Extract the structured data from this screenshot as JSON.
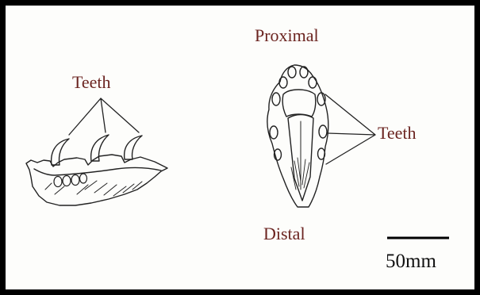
{
  "labels": {
    "teeth_left": "Teeth",
    "teeth_right": "Teeth",
    "proximal": "Proximal",
    "distal": "Distal"
  },
  "scale_bar": {
    "label": "50mm"
  },
  "colors": {
    "border": "#000000",
    "label_text": "#6b2420",
    "line_art": "#222222"
  }
}
